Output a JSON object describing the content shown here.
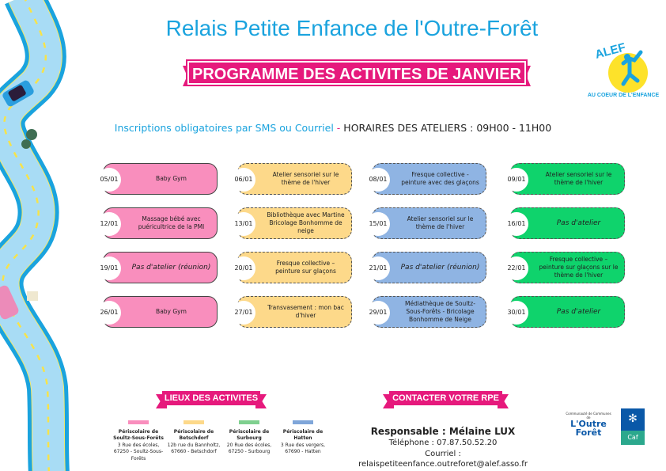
{
  "header": {
    "title": "Relais Petite Enfance de l'Outre-Forêt",
    "program": "PROGRAMME DES ACTIVITES DE JANVIER"
  },
  "info": {
    "part1": "Inscriptions obligatoires par SMS ou Courriel",
    "sep": " - ",
    "part2": "HORAIRES DES ATELIERS : 09H00 - 11H00"
  },
  "colors": {
    "pink": "#f98ebd",
    "yellow": "#fdd98a",
    "blue": "#8fb4e3",
    "green": "#0fd36c",
    "accent": "#e6197c",
    "title": "#1aa3de"
  },
  "columns": [
    {
      "color": "pink",
      "items": [
        {
          "date": "05/01",
          "text": "Baby Gym"
        },
        {
          "date": "12/01",
          "text": "Massage bébé avec puéricultrice de la PMI"
        },
        {
          "date": "19/01",
          "text": "Pas d'atelier (réunion)",
          "italic": true
        },
        {
          "date": "26/01",
          "text": "Baby Gym"
        }
      ]
    },
    {
      "color": "yellow",
      "items": [
        {
          "date": "06/01",
          "text": "Atelier sensoriel sur le thème de l'hiver"
        },
        {
          "date": "13/01",
          "text": "Bibliothèque avec Martine Bricolage Bonhomme de neige"
        },
        {
          "date": "20/01",
          "text": "Fresque collective – peinture sur glaçons"
        },
        {
          "date": "27/01",
          "text": "Transvasement : mon bac d'hiver"
        }
      ]
    },
    {
      "color": "blue",
      "items": [
        {
          "date": "08/01",
          "text": "Fresque collective - peinture avec des glaçons"
        },
        {
          "date": "15/01",
          "text": "Atelier sensoriel sur le thème de l'hiver"
        },
        {
          "date": "21/01",
          "text": "Pas d'atelier (réunion)",
          "italic": true
        },
        {
          "date": "29/01",
          "text": "Médiathèque de Soultz-Sous-Forêts - Bricolage Bonhomme de Neige"
        }
      ]
    },
    {
      "color": "green",
      "items": [
        {
          "date": "09/01",
          "text": "Atelier sensoriel sur le thème de l'hiver"
        },
        {
          "date": "16/01",
          "text": "Pas d'atelier",
          "italic": true
        },
        {
          "date": "22/01",
          "text": "Fresque collective – peinture sur glaçons sur le thème de l'hiver"
        },
        {
          "date": "30/01",
          "text": "Pas d'atelier",
          "italic": true
        }
      ]
    }
  ],
  "locations": {
    "title": "LIEUX DES ACTIVITES",
    "items": [
      {
        "name": "Périscolaire de Soultz-Sous-Forêts",
        "address": "3 Rue des écoles, 67250 - Soultz-Sous-Forêts",
        "color": "#f98ebd"
      },
      {
        "name": "Périscolaire de Betschdorf",
        "address": "12b rue du Bannholtz, 67660 - Betschdorf",
        "color": "#fdd98a"
      },
      {
        "name": "Périscolaire de Surbourg",
        "address": "20 Rue des écoles, 67250 - Surbourg",
        "color": "#7fd08f"
      },
      {
        "name": "Périscolaire de Hatten",
        "address": "3 Rue des vergers, 67690 - Hatten",
        "color": "#7fa6d9"
      }
    ]
  },
  "contact": {
    "title": "CONTACTER VOTRE RPE",
    "responsable": "Responsable : Mélaine LUX",
    "phone": "Téléphone : 07.87.50.52.20",
    "email": "Courriel :  relaispetiteenfance.outreforet@alef.asso.fr"
  },
  "logos": {
    "alef": "ALEF",
    "alef_sub": "AU COEUR DE L'ENFANCE",
    "outreforet": "L'Outre Forêt",
    "outreforet_sub": "Communauté de Communes de",
    "caf": "Caf"
  }
}
